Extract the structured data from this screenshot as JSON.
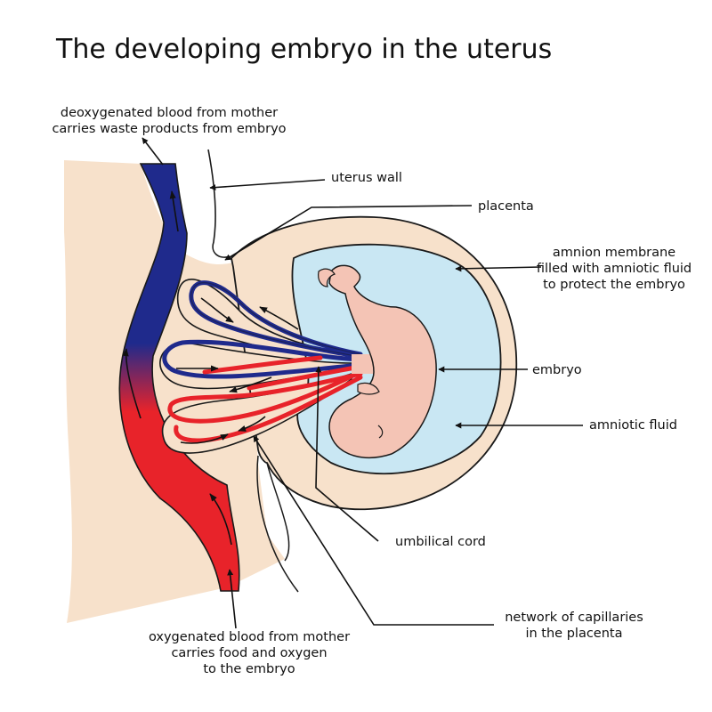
{
  "diagram": {
    "title": "The developing embryo in the uterus",
    "labels": {
      "deoxygenated": [
        "deoxygenated blood from mother",
        "carries waste products from embryo"
      ],
      "uterus_wall": "uterus wall",
      "placenta": "placenta",
      "amnion": [
        "amnion membrane",
        "filled with amniotic fluid",
        "to protect the embryo"
      ],
      "embryo": "embryo",
      "amniotic_fluid": "amniotic fluid",
      "umbilical_cord": "umbilical cord",
      "capillaries": [
        "network of capillaries",
        "in the placenta"
      ],
      "oxygenated": [
        "oxygenated blood from mother",
        "carries food and oxygen",
        "to the embryo"
      ]
    },
    "colors": {
      "uterus_tissue": "#f7e1cb",
      "deoxygenated_blood": "#1f2a8c",
      "oxygenated_blood": "#e8232a",
      "amniotic_fluid": "#c9e7f3",
      "embryo": "#f4c4b5",
      "outline": "#1a1a1a"
    }
  }
}
